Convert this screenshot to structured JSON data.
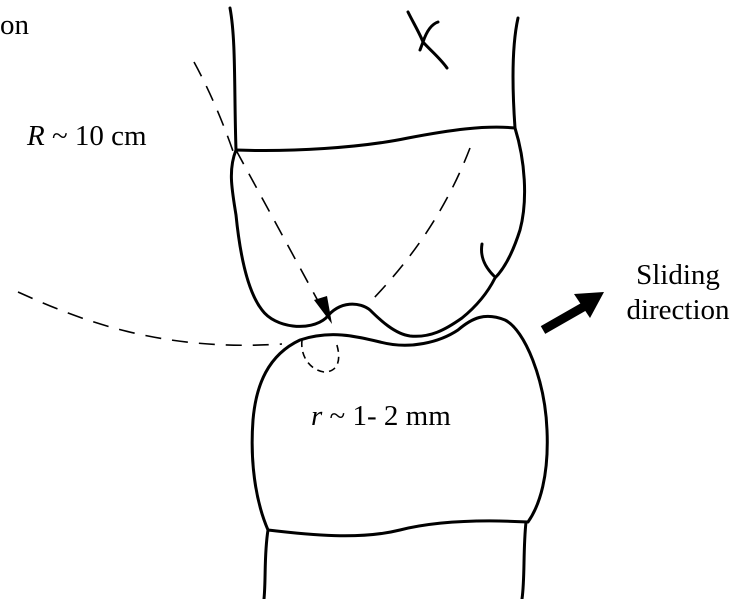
{
  "labels": {
    "corner_text": "on",
    "big_radius_symbol": "R",
    "big_radius_value": " ~ 10 cm",
    "small_radius_symbol": "r",
    "small_radius_value": " ~ 1- 2 mm",
    "sliding_line1": "Sliding",
    "sliding_line2": "direction"
  },
  "colors": {
    "ink": "#000000",
    "background": "#ffffff"
  }
}
